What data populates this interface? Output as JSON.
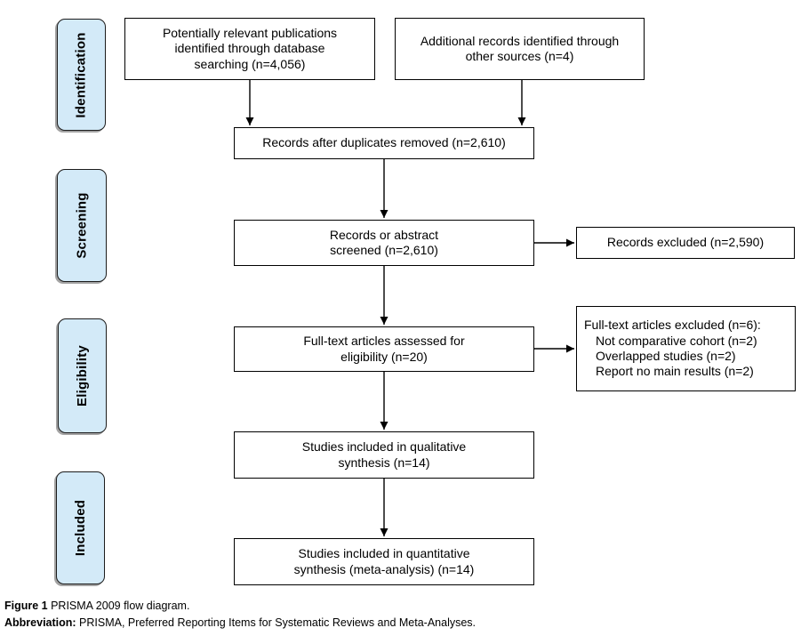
{
  "stages": [
    "Identification",
    "Screening",
    "Eligibility",
    "Included"
  ],
  "flow_boxes": {
    "database": {
      "lines": [
        "Potentially relevant publications",
        "identified through database",
        "searching (n=4,056)"
      ]
    },
    "other_sources": {
      "lines": [
        "Additional records identified through",
        "other sources (n=4)"
      ]
    },
    "duplicates_removed": {
      "lines": [
        "Records after duplicates removed (n=2,610)"
      ]
    },
    "screened": {
      "lines": [
        "Records or abstract",
        "screened (n=2,610)"
      ]
    },
    "records_excluded": {
      "lines": [
        "Records excluded (n=2,590)"
      ]
    },
    "fulltext_assessed": {
      "lines": [
        "Full-text articles assessed for",
        "eligibility (n=20)"
      ]
    },
    "fulltext_excluded": {
      "title": "Full-text articles excluded (n=6):",
      "items": [
        "Not comparative cohort (n=2)",
        "Overlapped studies (n=2)",
        "Report no main results (n=2)"
      ]
    },
    "qualitative": {
      "lines": [
        "Studies included in qualitative",
        "synthesis (n=14)"
      ]
    },
    "quantitative": {
      "lines": [
        "Studies included in quantitative",
        "synthesis (meta-analysis) (n=14)"
      ]
    }
  },
  "caption": {
    "figure_label": "Figure 1",
    "figure_text": " PRISMA 2009 flow diagram.",
    "abbreviation_label": "Abbreviation:",
    "abbreviation_text": " PRISMA, Preferred Reporting Items for Systematic Reviews and Meta-Analyses."
  },
  "colors": {
    "stage_fill": "#d3eaf8",
    "box_border": "#000000",
    "arrow": "#000000",
    "background": "#ffffff"
  }
}
